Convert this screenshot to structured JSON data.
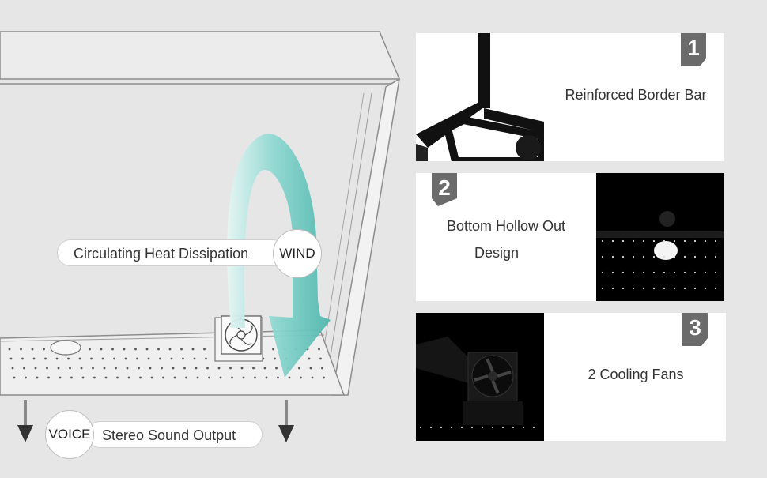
{
  "colors": {
    "background": "#e6e6e6",
    "arrow": "#63c4bc",
    "badge": "#6b6b6b",
    "panel": "#ffffff",
    "photo": "#000000"
  },
  "left_diagram": {
    "heat_label": "Circulating Heat Dissipation",
    "wind_label": "WIND",
    "voice_label": "VOICE",
    "sound_label": "Stereo Sound Output"
  },
  "features": [
    {
      "number": "1",
      "caption": "Reinforced Border Bar"
    },
    {
      "number": "2",
      "caption_line1": "Bottom Hollow Out",
      "caption_line2": "Design"
    },
    {
      "number": "3",
      "caption": "2 Cooling Fans"
    }
  ],
  "icons": [
    "curved-arrow-icon",
    "fan-icon",
    "down-arrow-icon",
    "badge-shape-icon"
  ]
}
